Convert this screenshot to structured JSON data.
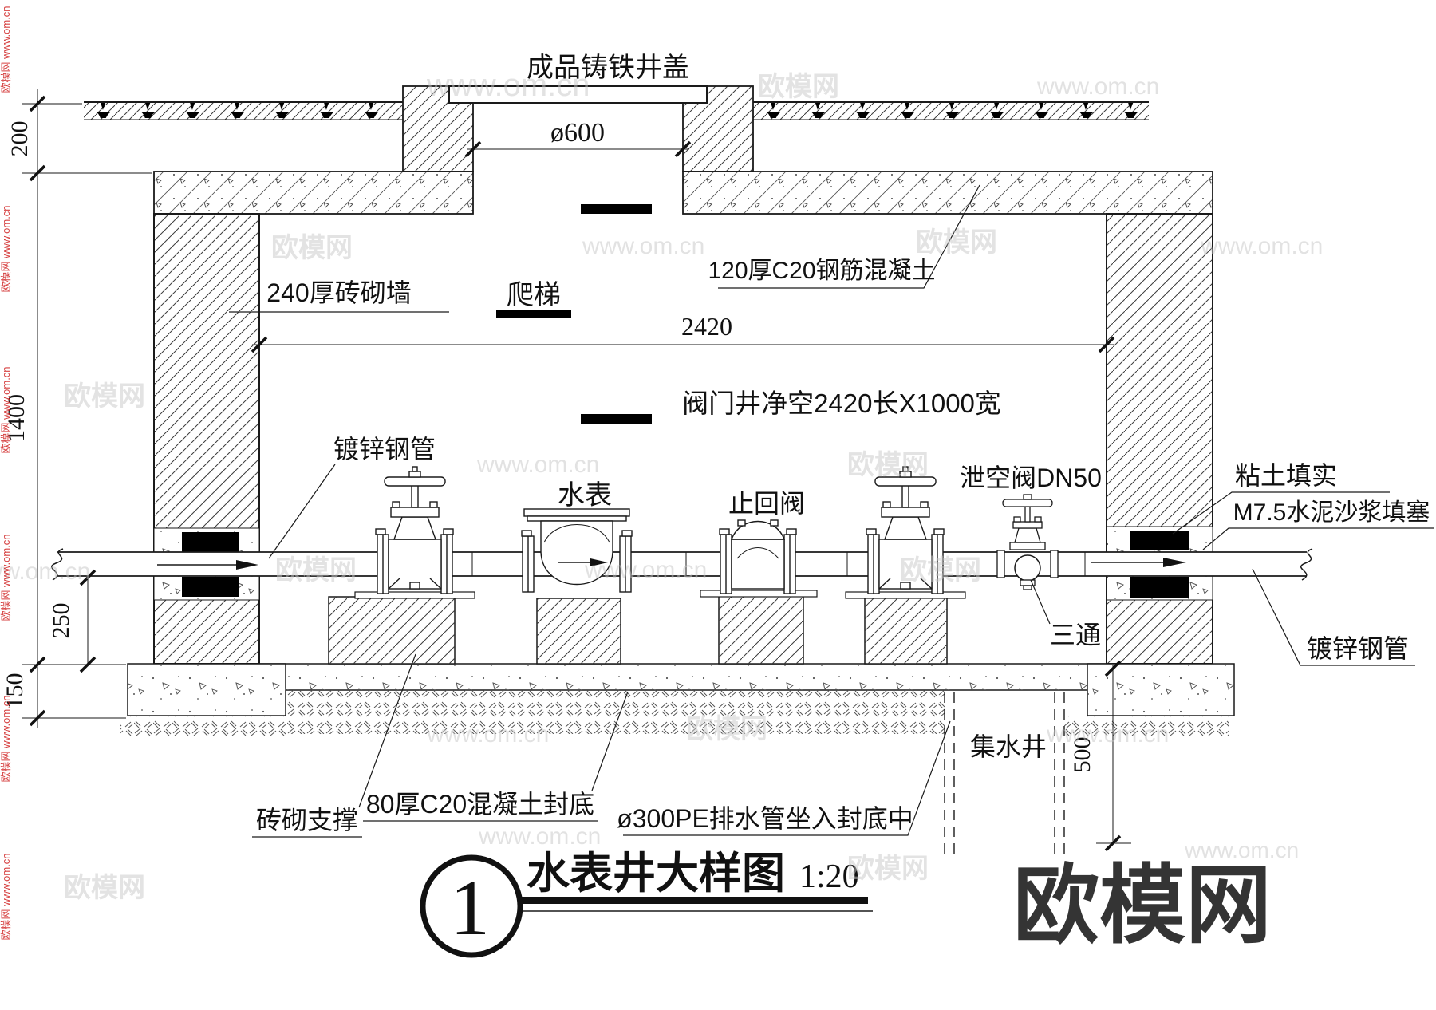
{
  "callouts": {
    "cover": "成品铸铁井盖",
    "brick_wall": "240厚砖砌墙",
    "concrete_top": "120厚C20钢筋混凝土",
    "ladder": "爬梯",
    "clearance": "阀门井净空2420长X1000宽",
    "pipe_left": "镀锌钢管",
    "meter": "水表",
    "check_valve": "止回阀",
    "drain_valve": "泄空阀DN50",
    "clay": "粘土填实",
    "mortar": "M7.5水泥沙浆填塞",
    "tee": "三通",
    "pipe_right": "镀锌钢管",
    "brick_support": "砖砌支撑",
    "bottom_seal": "80厚C20混凝土封底",
    "drain_pipe": "ø300PE排水管坐入封底中",
    "sump": "集水井"
  },
  "dimensions": {
    "d600": "ø600",
    "d2420": "2420",
    "d200": "200",
    "d1400": "1400",
    "d150": "150",
    "d250": "250",
    "d500": "500"
  },
  "title": {
    "number": "1",
    "text": "水表井大样图",
    "scale": "1:20"
  },
  "watermarks": {
    "site": "www.om.cn",
    "brand": "欧模网",
    "logo": "欧模网",
    "red": "欧模网 www.om.cn"
  }
}
